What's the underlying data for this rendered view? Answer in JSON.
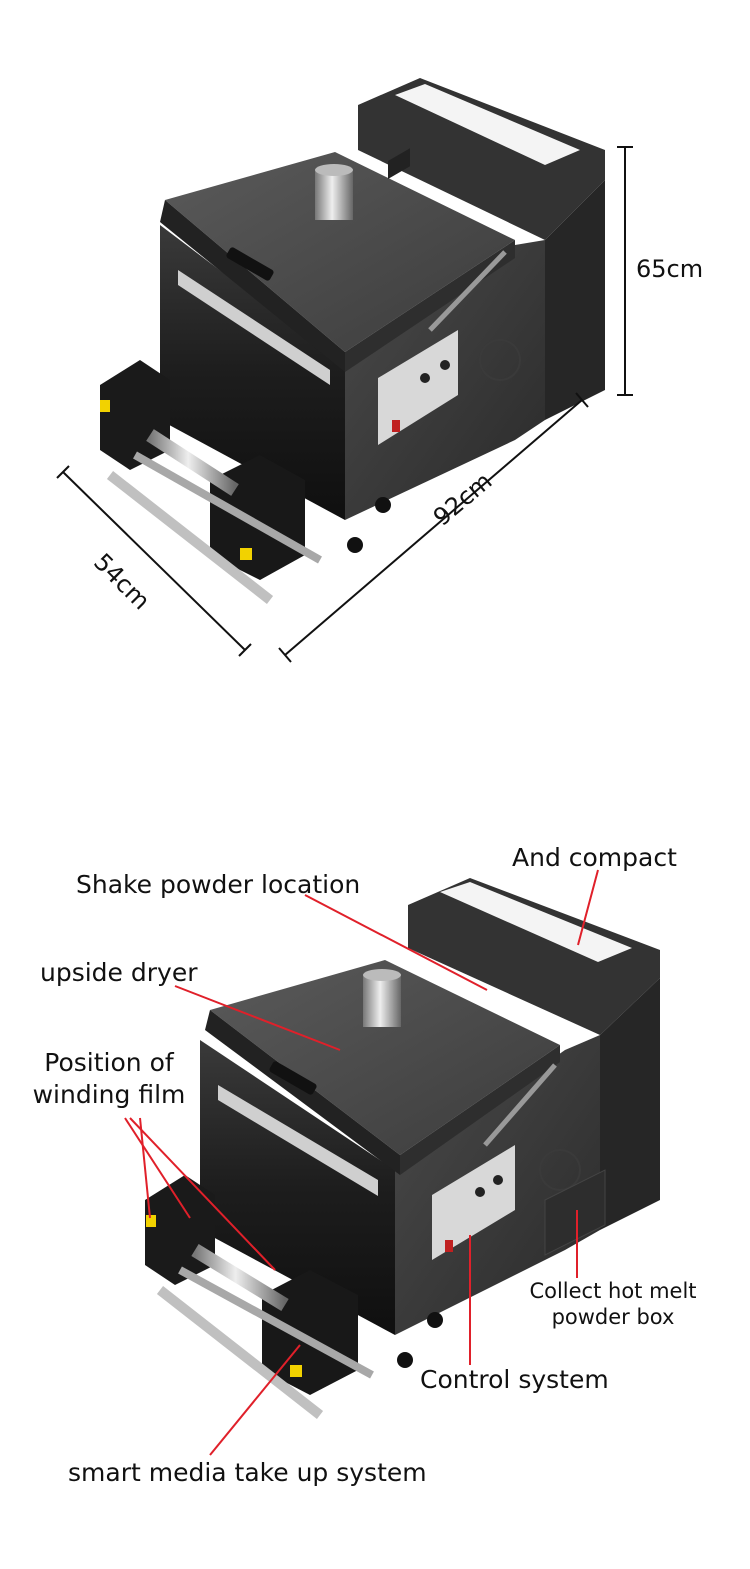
{
  "dimensions": {
    "height": "65cm",
    "length": "92cm",
    "width": "54cm"
  },
  "callouts": {
    "and_compact": "And compact",
    "shake_powder": "Shake powder location",
    "upside_dryer": "upside dryer",
    "winding_film_line1": "Position of",
    "winding_film_line2": "winding film",
    "collect_box_line1": "Collect hot melt",
    "collect_box_line2": "powder box",
    "control_system": "Control system",
    "take_up": "smart media take up system"
  },
  "colors": {
    "machine_body": "#2b2b2b",
    "machine_top": "#4a4a4a",
    "leader_line": "#e0202a",
    "dimension_line": "#111111"
  }
}
